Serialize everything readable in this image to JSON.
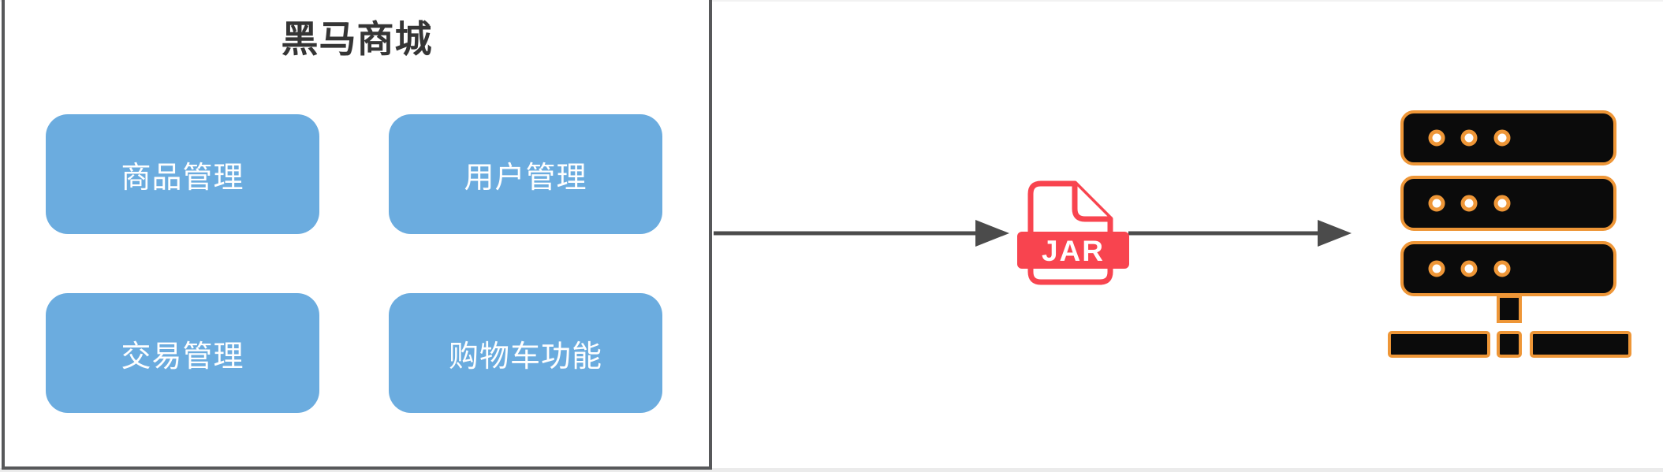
{
  "diagram": {
    "app_box": {
      "title": "黑马商城",
      "modules": [
        {
          "id": "product-management",
          "label": "商品管理"
        },
        {
          "id": "user-management",
          "label": "用户管理"
        },
        {
          "id": "trade-management",
          "label": "交易管理"
        },
        {
          "id": "shopping-cart",
          "label": "购物车功能"
        }
      ]
    },
    "jar_file": {
      "icon": "jar-file-icon",
      "label": "JAR"
    },
    "server": {
      "icon": "server-icon",
      "racks": 3,
      "dots_per_rack": 3
    },
    "arrows": [
      {
        "from": "heima-mall-box",
        "to": "jar-file-icon"
      },
      {
        "from": "jar-file-icon",
        "to": "server-icon"
      }
    ],
    "colors": {
      "module_blue": "#6BACDF",
      "module_text": "#FFFFFF",
      "box_border": "#57585A",
      "title_text": "#353535",
      "arrow_gray": "#4B4B4B",
      "jar_red": "#F8444F",
      "server_orange": "#EE9637",
      "server_black": "#0B0B0B"
    }
  }
}
